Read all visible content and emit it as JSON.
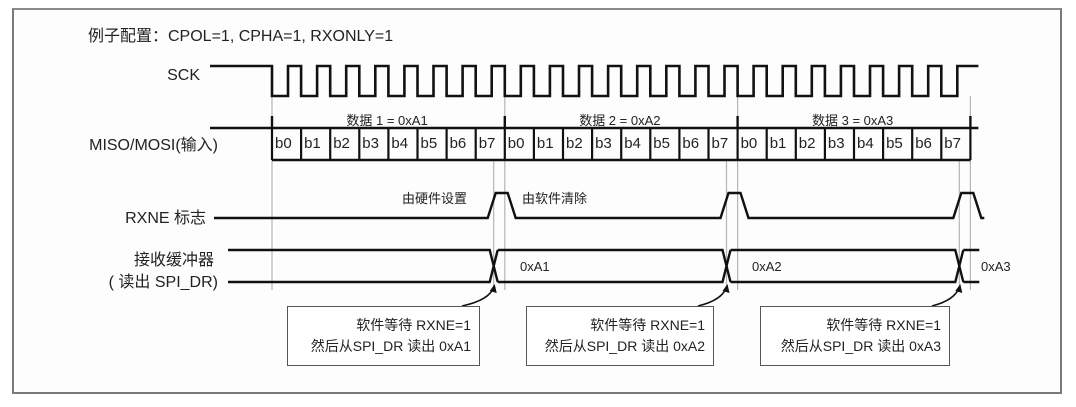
{
  "title": "例子配置：CPOL=1, CPHA=1, RXONLY=1",
  "signals": {
    "sck": "SCK",
    "miso_mosi": "MISO/MOSI(输入)",
    "rxne": "RXNE 标志",
    "rx_buffer_line1": "接收缓冲器",
    "rx_buffer_line2": "( 读出 SPI_DR)"
  },
  "frames": [
    {
      "label": "数据 1 = 0xA1",
      "bits": [
        "b0",
        "b1",
        "b2",
        "b3",
        "b4",
        "b5",
        "b6",
        "b7"
      ],
      "buffer_value": "0xA1"
    },
    {
      "label": "数据 2 = 0xA2",
      "bits": [
        "b0",
        "b1",
        "b2",
        "b3",
        "b4",
        "b5",
        "b6",
        "b7"
      ],
      "buffer_value": "0xA2"
    },
    {
      "label": "数据 3 = 0xA3",
      "bits": [
        "b0",
        "b1",
        "b2",
        "b3",
        "b4",
        "b5",
        "b6",
        "b7"
      ],
      "buffer_value": "0xA3"
    }
  ],
  "annotations": {
    "set_by_hw": "由硬件设置",
    "cleared_by_sw": "由软件清除"
  },
  "notes": [
    {
      "line1": "软件等待 RXNE=1",
      "line2": "然后从SPI_DR 读出 0xA1"
    },
    {
      "line1": "软件等待 RXNE=1",
      "line2": "然后从SPI_DR 读出 0xA2"
    },
    {
      "line1": "软件等待 RXNE=1",
      "line2": "然后从SPI_DR 读出 0xA3"
    }
  ],
  "colors": {
    "line": "#111111",
    "guide": "#b5b5b5",
    "frame": "#7a7a7a"
  }
}
